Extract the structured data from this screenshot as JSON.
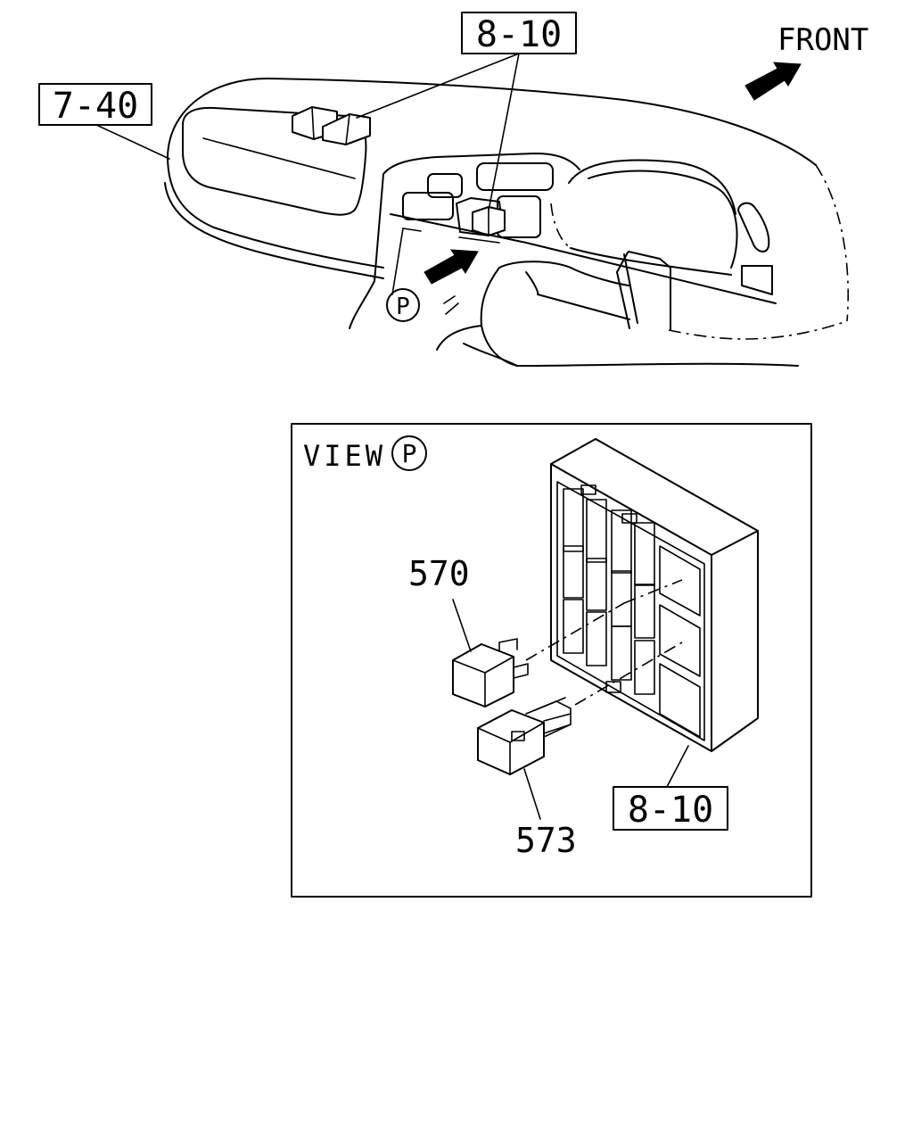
{
  "labels": {
    "front": "FRONT",
    "ref_top_left": "7-40",
    "ref_top_center": "8-10",
    "ref_view": "8-10",
    "view_title": "VIEW",
    "view_marker": "P",
    "marker_p": "P",
    "part_570": "570",
    "part_573": "573"
  }
}
